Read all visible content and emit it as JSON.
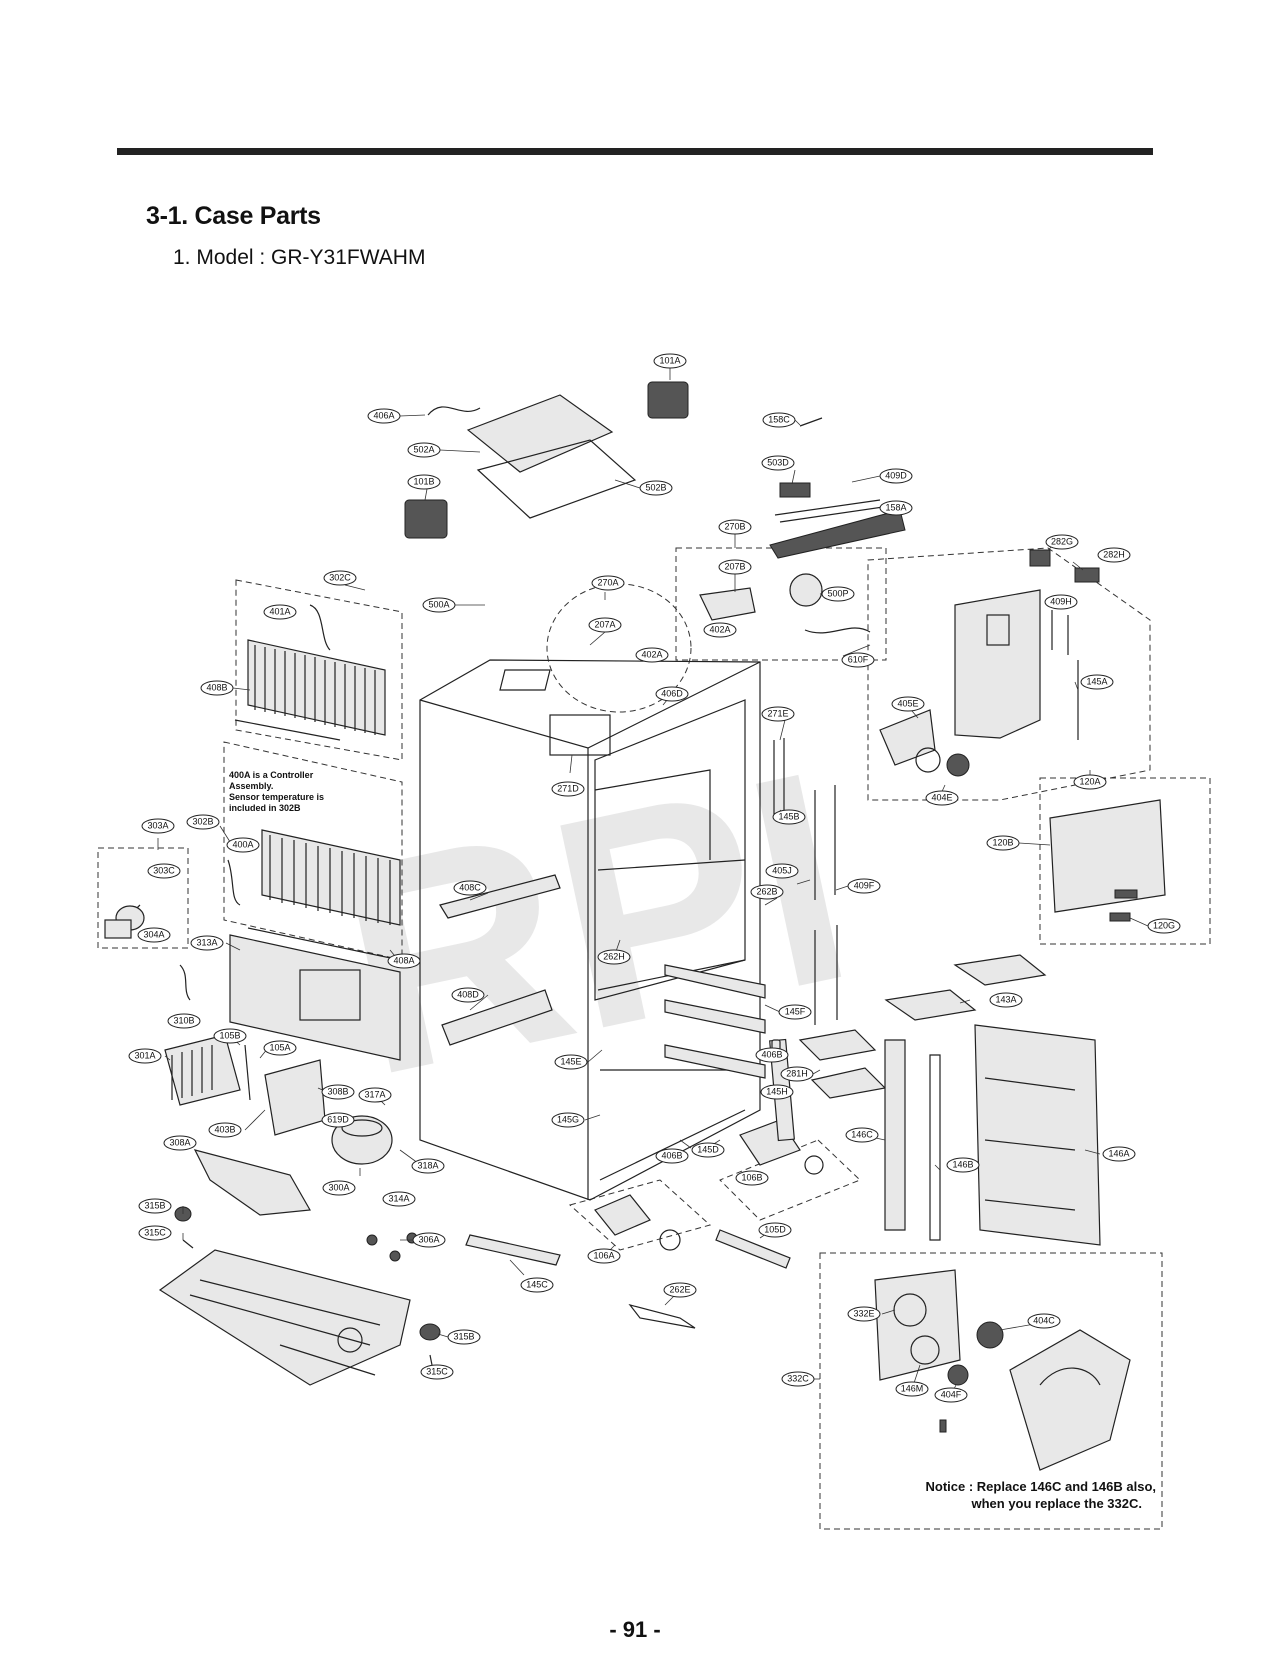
{
  "section_title": "3-1. Case Parts",
  "model_title": "1. Model : GR-Y31FWAHM",
  "page_number": "- 91 -",
  "watermark": "RPI",
  "note_400A": [
    "400A is a Controller",
    "Assembly.",
    "Sensor temperature is",
    "included in 302B"
  ],
  "notice": [
    "Notice : Replace 146C and 146B also,",
    "when you replace the 332C."
  ],
  "callouts": [
    "101A",
    "406A",
    "502A",
    "101B",
    "502B",
    "158C",
    "503D",
    "409D",
    "158A",
    "270B",
    "207B",
    "500P",
    "402A",
    "610F",
    "282G",
    "282H",
    "409H",
    "145A",
    "302C",
    "401A",
    "408B",
    "500A",
    "270A",
    "207A",
    "402A",
    "406D",
    "271E",
    "405E",
    "404E",
    "120A",
    "271D",
    "145B",
    "303A",
    "302B",
    "400A",
    "303C",
    "304A",
    "408A",
    "408C",
    "405J",
    "409F",
    "262B",
    "120B",
    "120G",
    "313A",
    "310B",
    "408D",
    "262H",
    "143A",
    "145F",
    "105B",
    "105A",
    "301A",
    "406B",
    "281H",
    "145E",
    "308B",
    "317A",
    "619D",
    "403B",
    "145H",
    "145G",
    "146C",
    "146A",
    "308A",
    "318A",
    "406B",
    "145D",
    "106B",
    "146B",
    "300A",
    "314A",
    "315B",
    "315C",
    "306A",
    "106A",
    "105D",
    "145C",
    "262E",
    "332E",
    "404C",
    "315B",
    "315C",
    "332C",
    "146M",
    "404F"
  ],
  "colors": {
    "ink": "#222222",
    "watermark": "#000000"
  }
}
